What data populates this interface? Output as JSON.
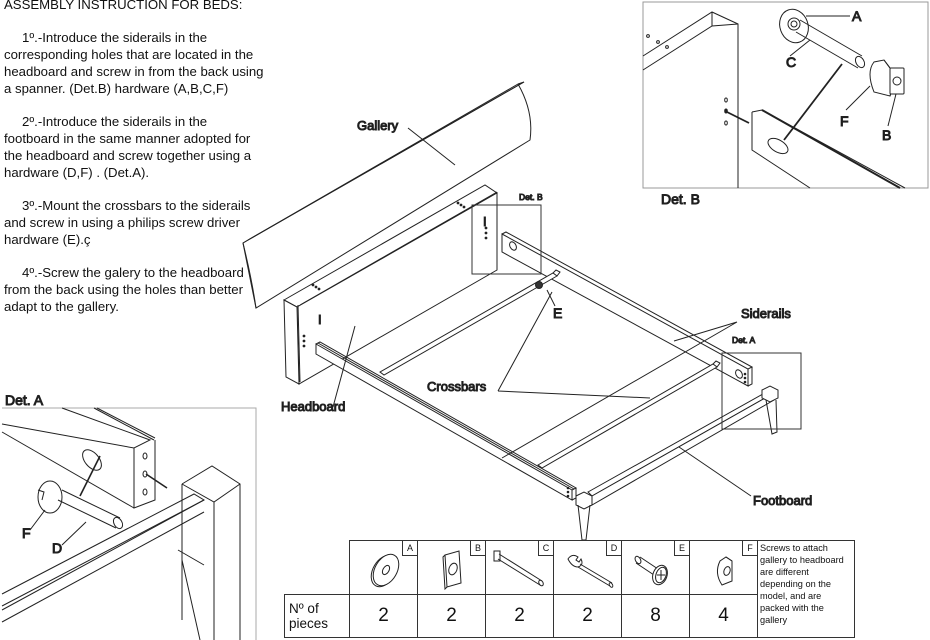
{
  "instructions": {
    "title": "ASSEMBLY INSTRUCTION FOR BEDS:",
    "steps": [
      "1º.-Introduce the siderails in the corresponding holes that are located in the headboard and screw in from the back using a spanner. (Det.B) hardware (A,B,C,F)",
      "2º.-Introduce the siderails in the footboard  in the same manner adopted for the headboard and screw together using a hardware (D,F) . (Det.A).",
      "3º.-Mount the crossbars to the siderails and screw in using a philips screw driver hardware (E).ç",
      "4º.-Screw the galery to the headboard from the back using the holes than better adapt to the gallery."
    ]
  },
  "main_diagram": {
    "labels": {
      "gallery": "Gallery",
      "headboard": "Headboard",
      "crossbars": "Crossbars",
      "siderails": "Siderails",
      "footboard": "Footboard",
      "screw_e": "E",
      "det_b_marker": "Det. B",
      "det_a_marker": "Det. A",
      "orientation_mark_1": "I",
      "orientation_mark_2": "I"
    }
  },
  "detail_a": {
    "title": "Det. A",
    "labels": {
      "f": "F",
      "d": "D"
    }
  },
  "detail_b": {
    "title": "Det. B",
    "labels": {
      "a": "A",
      "c": "C",
      "f": "F",
      "b": "B"
    }
  },
  "hardware_table": {
    "row_label": "Nº of pieces",
    "parts": [
      {
        "letter": "A",
        "icon": "washer-icon",
        "count": "2"
      },
      {
        "letter": "B",
        "icon": "square-nut-icon",
        "count": "2"
      },
      {
        "letter": "C",
        "icon": "bolt-icon",
        "count": "2"
      },
      {
        "letter": "D",
        "icon": "spanner-icon",
        "count": "2"
      },
      {
        "letter": "E",
        "icon": "phillips-screw-icon",
        "count": "8"
      },
      {
        "letter": "F",
        "icon": "cam-block-icon",
        "count": "4"
      }
    ],
    "note": "Screws to attach gallery to headboard are different depending on the model, and are packed with the gallery"
  }
}
